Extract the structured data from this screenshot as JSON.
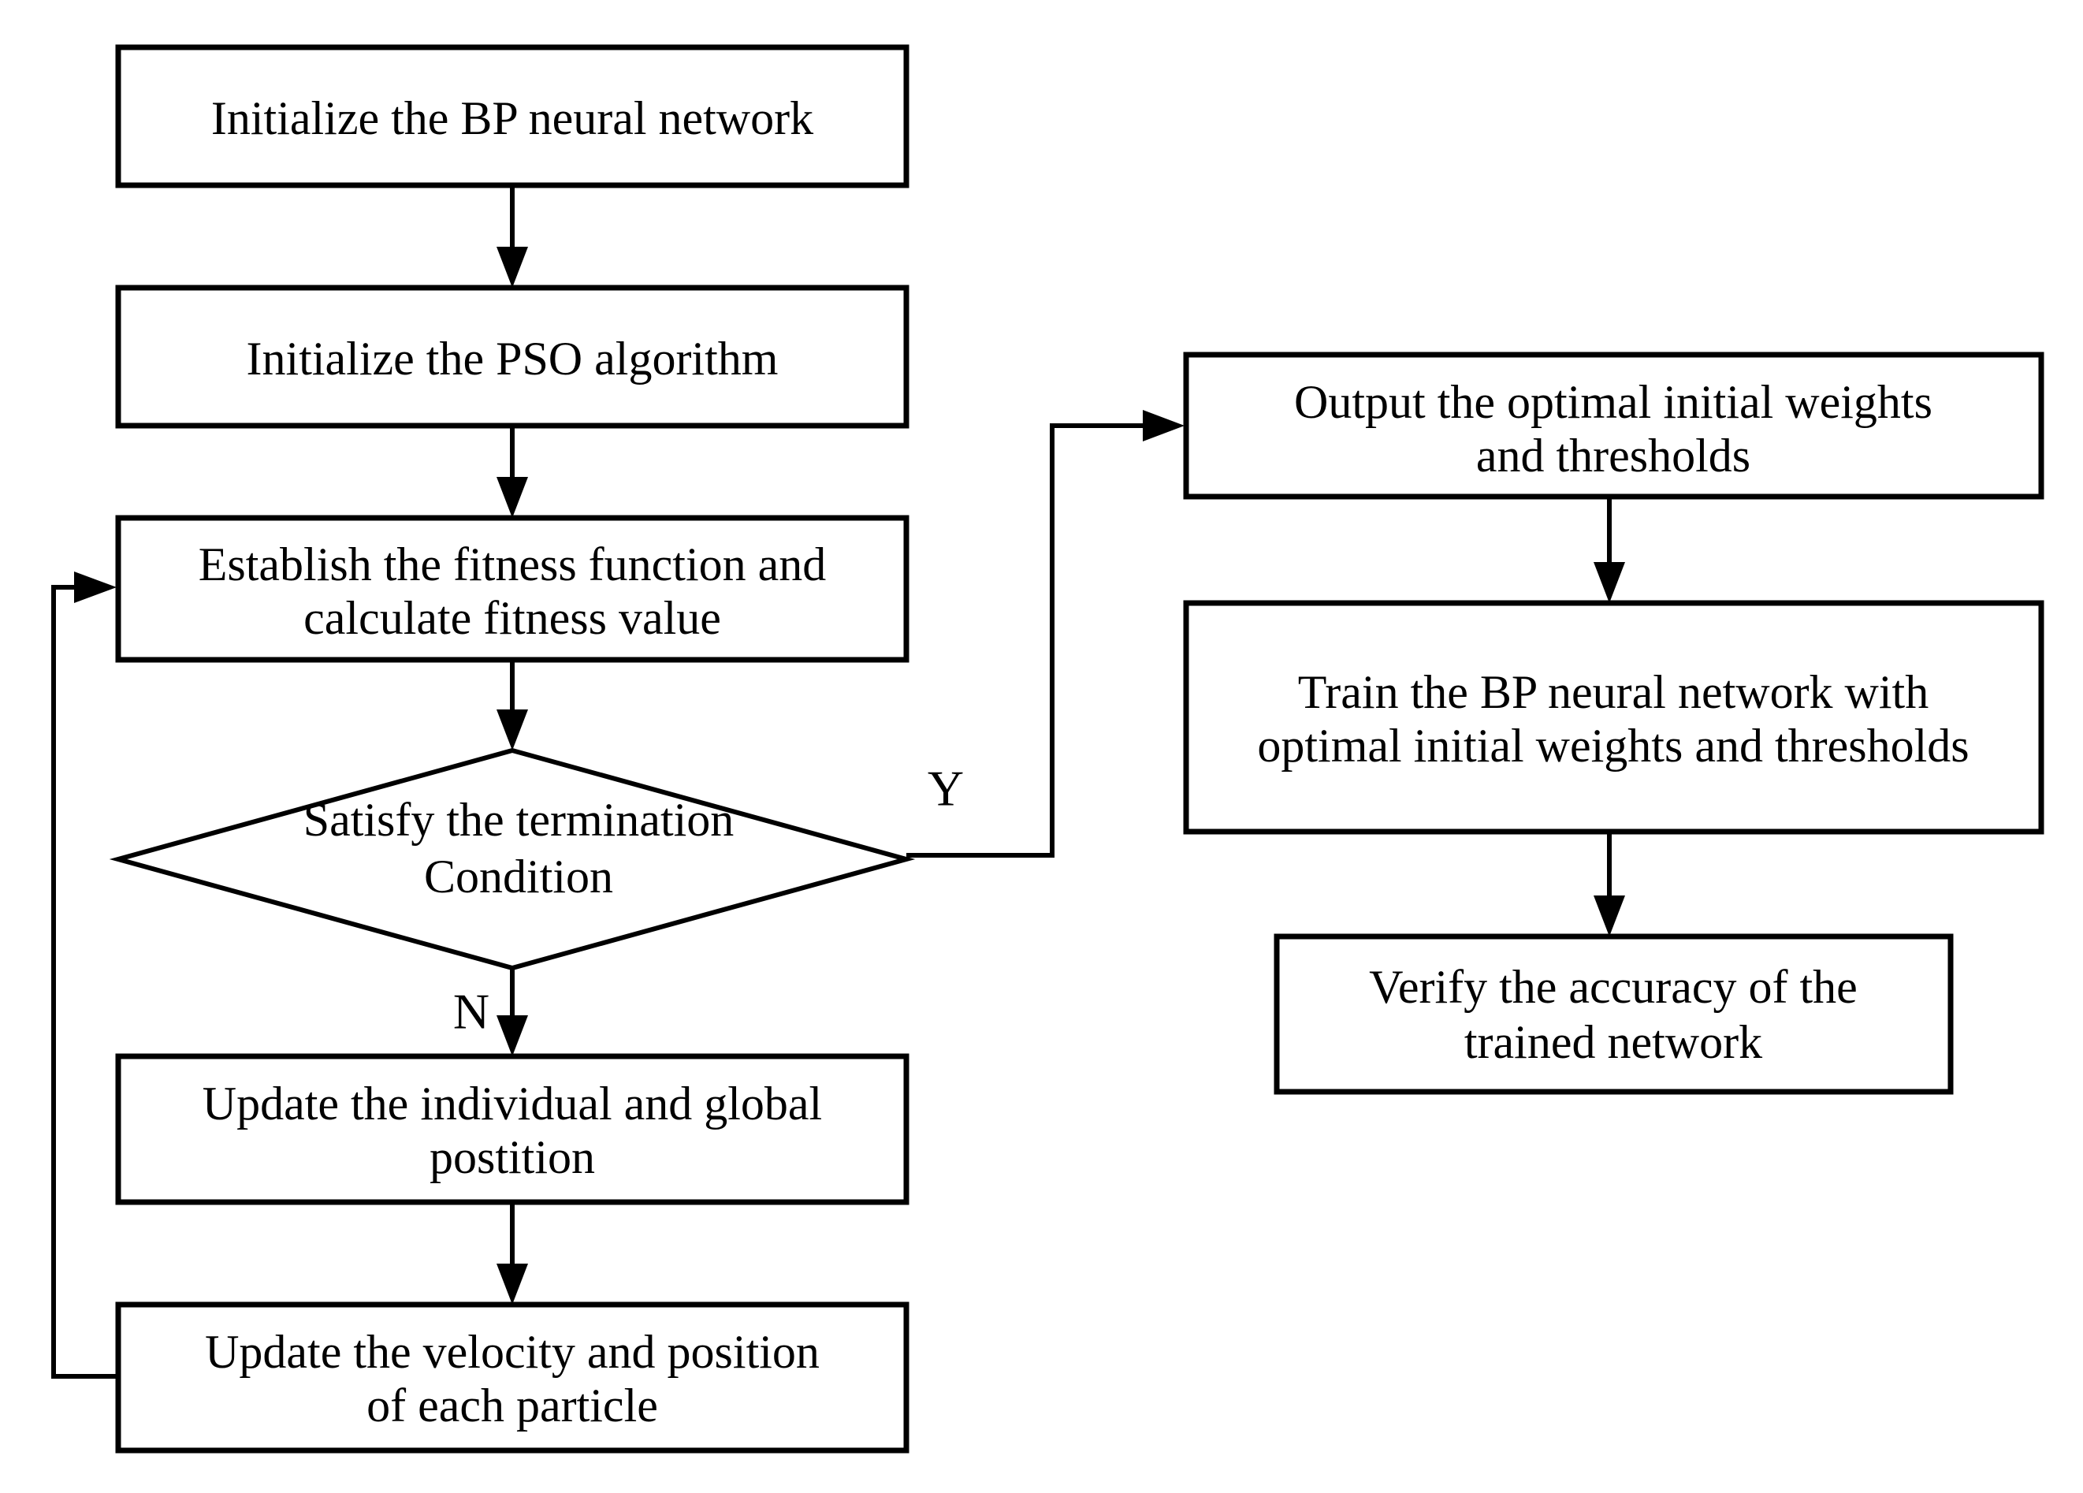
{
  "figure": {
    "type": "flowchart",
    "background_color": "#ffffff",
    "line_color": "#000000",
    "text_color": "#000000"
  },
  "nodes": {
    "init_bp": {
      "shape": "process",
      "line1": "Initialize the BP neural network"
    },
    "init_pso": {
      "shape": "process",
      "line1": "Initialize the PSO algorithm"
    },
    "fitness": {
      "shape": "process",
      "line1": "Establish the fitness function and",
      "line2": "calculate fitness value"
    },
    "decision": {
      "shape": "decision",
      "line1": "Satisfy the termination",
      "line2": "Condition"
    },
    "update_position": {
      "shape": "process",
      "line1": "Update the individual  and global",
      "line2": "postition"
    },
    "update_velocity": {
      "shape": "process",
      "line1": "Update the velocity and position",
      "line2": "of each particle"
    },
    "output_weights": {
      "shape": "process",
      "line1": "Output the optimal initial weights",
      "line2": "and thresholds"
    },
    "train_network": {
      "shape": "process",
      "line1": "Train the BP neural network with",
      "line2": "optimal initial weights and thresholds"
    },
    "verify_accuracy": {
      "shape": "process",
      "line1": "Verify the accuracy of the",
      "line2": "trained network"
    }
  },
  "branch_labels": {
    "yes": "Y",
    "no": "N"
  },
  "edges": [
    {
      "from": "init_bp",
      "to": "init_pso",
      "label": ""
    },
    {
      "from": "init_pso",
      "to": "fitness",
      "label": ""
    },
    {
      "from": "fitness",
      "to": "decision",
      "label": ""
    },
    {
      "from": "decision",
      "to": "update_position",
      "label": "N"
    },
    {
      "from": "update_position",
      "to": "update_velocity",
      "label": ""
    },
    {
      "from": "update_velocity",
      "to": "fitness",
      "label": ""
    },
    {
      "from": "decision",
      "to": "output_weights",
      "label": "Y"
    },
    {
      "from": "output_weights",
      "to": "train_network",
      "label": ""
    },
    {
      "from": "train_network",
      "to": "verify_accuracy",
      "label": ""
    }
  ]
}
